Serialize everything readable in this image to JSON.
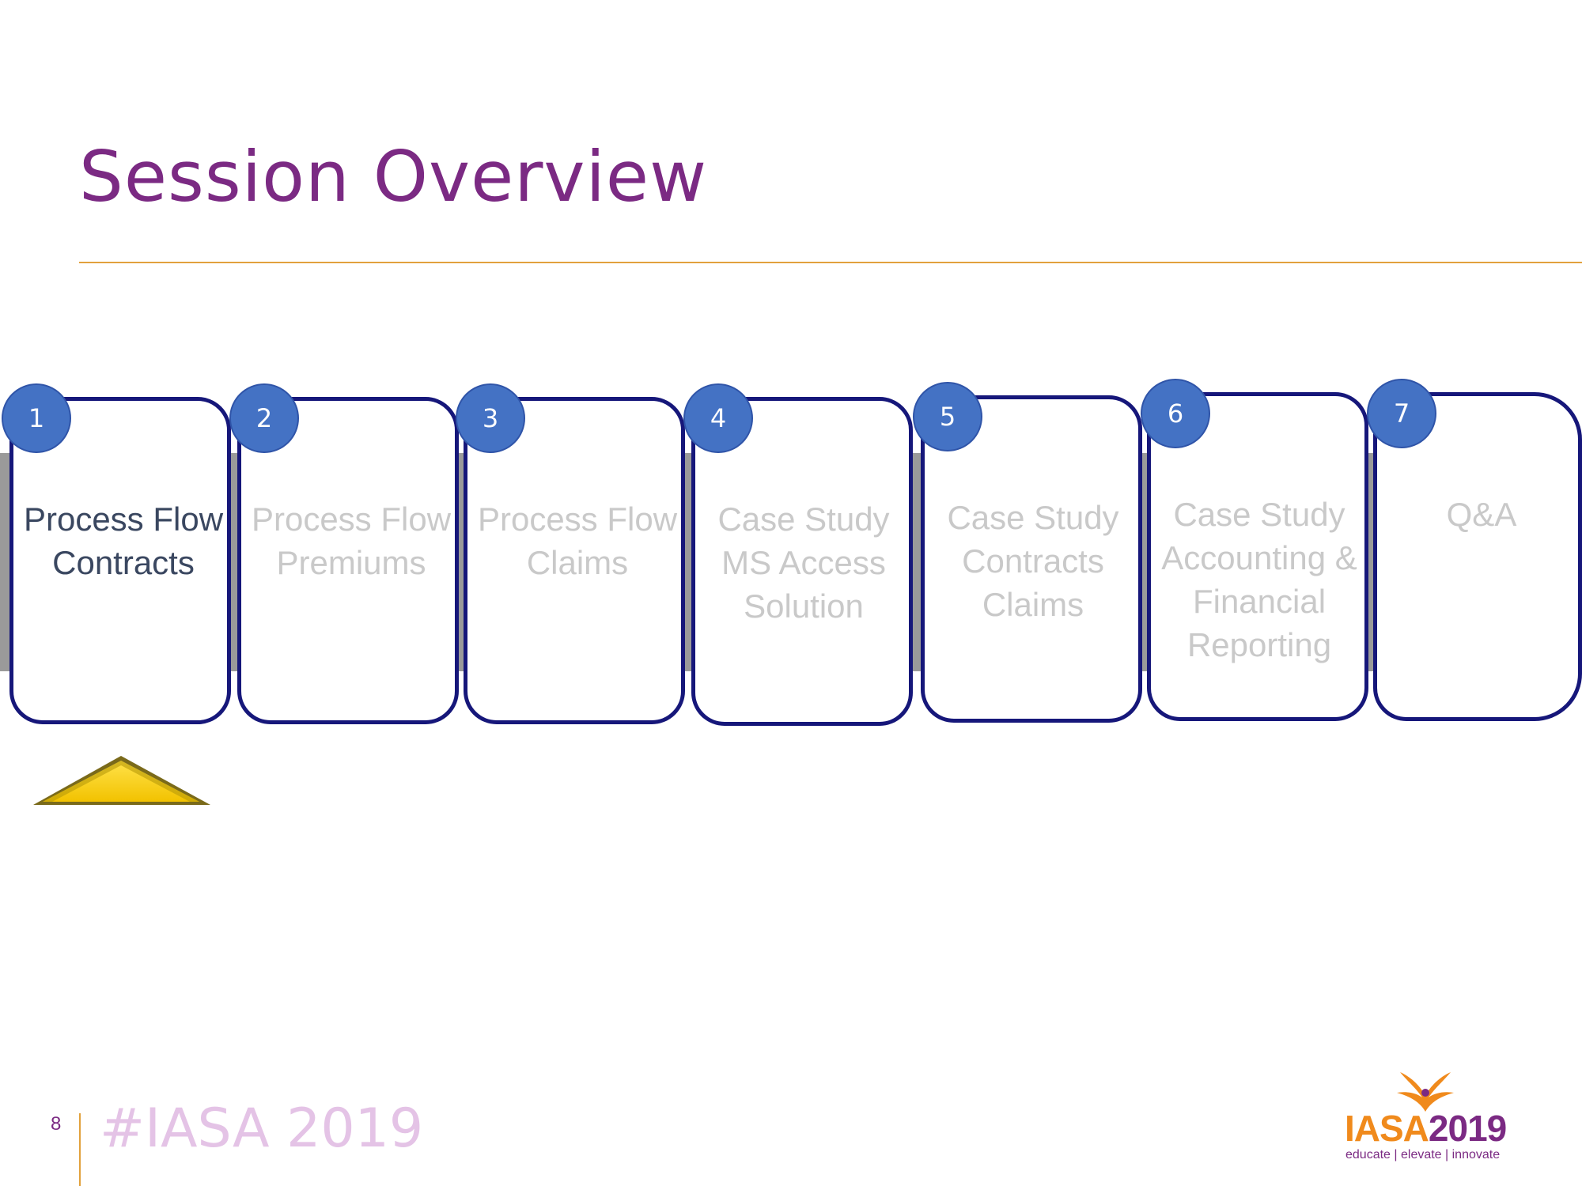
{
  "slide": {
    "title": "Session Overview",
    "page_number": "8",
    "hashtag": "#IASA 2019"
  },
  "steps": [
    {
      "number": "1",
      "label": "Process Flow\nContracts",
      "active": true
    },
    {
      "number": "2",
      "label": "Process Flow\nPremiums",
      "active": false
    },
    {
      "number": "3",
      "label": "Process Flow\nClaims",
      "active": false
    },
    {
      "number": "4",
      "label": "Case Study\nMS Access\nSolution",
      "active": false
    },
    {
      "number": "5",
      "label": "Case Study\nContracts\nClaims",
      "active": false
    },
    {
      "number": "6",
      "label": "Case Study\nAccounting &\nFinancial\nReporting",
      "active": false
    },
    {
      "number": "7",
      "label": "Q&A",
      "active": false
    }
  ],
  "logo": {
    "brand": "IASA",
    "year": "2019",
    "tagline": "educate | elevate | innovate",
    "icon": "phoenix-icon"
  },
  "pointer": {
    "icon": "triangle-pointer-icon",
    "points_to_step": "1"
  },
  "colors": {
    "title": "#7b2a83",
    "rule": "#e2a13c",
    "box_border": "#16177a",
    "badge": "#4472c4",
    "inactive_text": "#c9c9c9",
    "active_text": "#3a4760",
    "pointer": "#ffd700"
  }
}
